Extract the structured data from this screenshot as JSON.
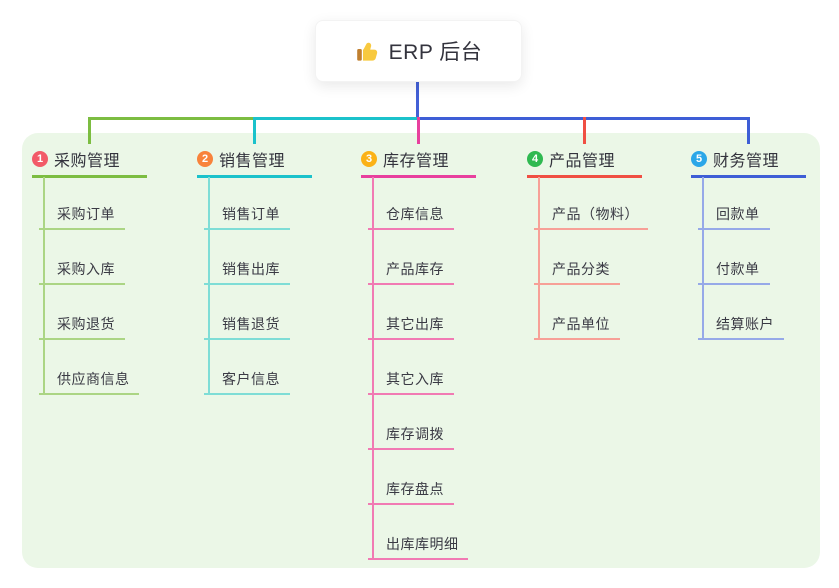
{
  "root": {
    "title": "ERP 后台",
    "icon": "thumbs-up-icon"
  },
  "connector": {
    "stem_color": "#4360d6"
  },
  "branches": [
    {
      "num": "1",
      "label": "采购管理",
      "circle_color": "#f25a68",
      "strong_color": "#7cbd41",
      "light_color": "#abd584",
      "items": [
        "采购订单",
        "采购入库",
        "采购退货",
        "供应商信息"
      ]
    },
    {
      "num": "2",
      "label": "销售管理",
      "circle_color": "#f8833b",
      "strong_color": "#1bc2cb",
      "light_color": "#7eddd6",
      "items": [
        "销售订单",
        "销售出库",
        "销售退货",
        "客户信息"
      ]
    },
    {
      "num": "3",
      "label": "库存管理",
      "circle_color": "#fbb217",
      "strong_color": "#e8409e",
      "light_color": "#f17ab3",
      "items": [
        "仓库信息",
        "产品库存",
        "其它出库",
        "其它入库",
        "库存调拨",
        "库存盘点",
        "出库库明细"
      ]
    },
    {
      "num": "4",
      "label": "产品管理",
      "circle_color": "#2fb951",
      "strong_color": "#f04f43",
      "light_color": "#f7a097",
      "items": [
        "产品（物料）",
        "产品分类",
        "产品单位"
      ]
    },
    {
      "num": "5",
      "label": "财务管理",
      "circle_color": "#2ba7e8",
      "strong_color": "#3e5ed6",
      "light_color": "#96a9e8",
      "items": [
        "回款单",
        "付款单",
        "结算账户"
      ]
    }
  ]
}
